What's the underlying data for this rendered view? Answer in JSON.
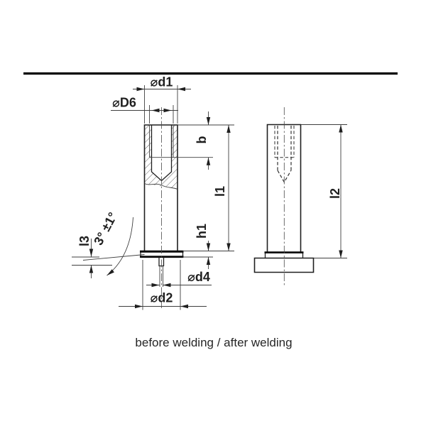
{
  "drawing": {
    "caption": "before welding / after welding",
    "dimension_labels": {
      "d1": "⌀d1",
      "D6": "⌀D6",
      "b": "b",
      "l1": "l1",
      "h1": "h1",
      "l3": "l3",
      "angle": "3° ±1°",
      "d4": "⌀d4",
      "d2": "⌀d2",
      "l2": "l2"
    },
    "colors": {
      "ink": "#1f1f1f",
      "thin_line": "#3f3f3f",
      "background": "#ffffff"
    }
  }
}
